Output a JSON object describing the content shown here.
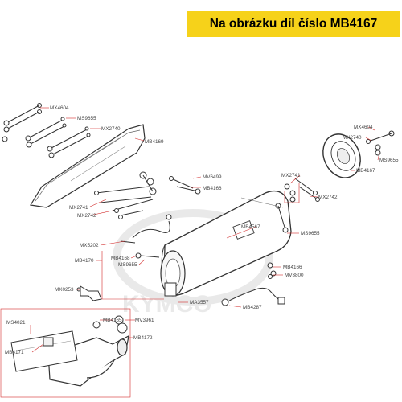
{
  "banner": {
    "text": "Na obrázku díl číslo MB4167",
    "bg": "#f6d21a"
  },
  "watermark": {
    "text": "KYMCO"
  },
  "accent": "#d22b2b",
  "labels": [
    {
      "id": "MX4604",
      "text": "MX4604"
    },
    {
      "id": "MS9655a",
      "text": "MS9655"
    },
    {
      "id": "MX2740a",
      "text": "MX2740"
    },
    {
      "id": "MB4169",
      "text": "MB4169"
    },
    {
      "id": "MV6499",
      "text": "MV6499"
    },
    {
      "id": "MB4166a",
      "text": "MB4166"
    },
    {
      "id": "MX2741a",
      "text": "MX2741"
    },
    {
      "id": "MX2742a",
      "text": "MX2742"
    },
    {
      "id": "MX4604b",
      "text": "MX4604"
    },
    {
      "id": "MX2740b",
      "text": "MX2740"
    },
    {
      "id": "MS9655b",
      "text": "MS9655"
    },
    {
      "id": "MB4167",
      "text": "MB4167"
    },
    {
      "id": "MX2741b",
      "text": "MX2741"
    },
    {
      "id": "MX2742b",
      "text": "MX2742"
    },
    {
      "id": "MB4567",
      "text": "MB4567"
    },
    {
      "id": "MS9655c",
      "text": "MS9655"
    },
    {
      "id": "MX5202",
      "text": "MX5202"
    },
    {
      "id": "MB4168",
      "text": "MB4168"
    },
    {
      "id": "MB4170",
      "text": "MB4170"
    },
    {
      "id": "MS9655d",
      "text": "MS9655"
    },
    {
      "id": "MB4166b",
      "text": "MB4166"
    },
    {
      "id": "MV3800",
      "text": "MV3800"
    },
    {
      "id": "MX0253",
      "text": "MX0253"
    },
    {
      "id": "MA3557",
      "text": "MA3557"
    },
    {
      "id": "MB4287",
      "text": "MB4287"
    },
    {
      "id": "MS4021",
      "text": "MS4021"
    },
    {
      "id": "MB4165",
      "text": "MB4165"
    },
    {
      "id": "MV3961",
      "text": "MV3961"
    },
    {
      "id": "MB4171",
      "text": "MB4171"
    },
    {
      "id": "MB4172",
      "text": "MB4172"
    }
  ]
}
